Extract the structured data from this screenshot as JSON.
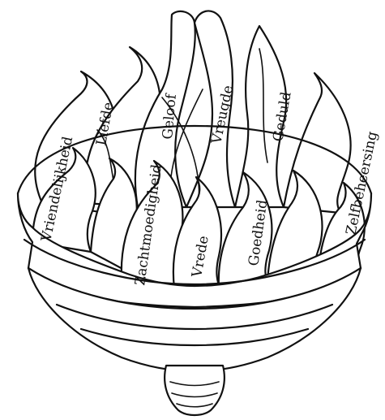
{
  "fruit_words": [
    "Vriendelijkheid",
    "Liefde",
    "Geloof",
    "Vreugde",
    "Geduld",
    "Zelfbeheersing",
    "Zachtmoedigheid",
    "Vrede",
    "Goedheid"
  ],
  "colors": {
    "ink": "#111111",
    "paper": "#ffffff"
  }
}
